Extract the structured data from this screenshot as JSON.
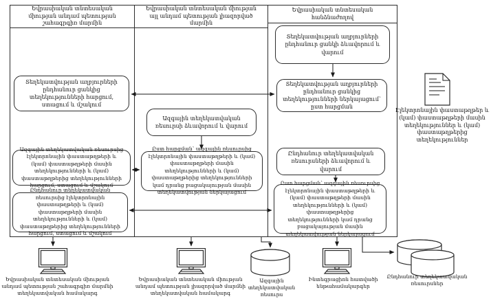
{
  "diagram": {
    "lanes": [
      {
        "header": "Եվրասիական տնտեսական միության անդամ պետության շահագրգիռ մարմին",
        "boxes": [
          "Տեղեկատվության աղբյուրների ընդհանուր ցանկից տեղեկությունների հարցում, ստացում և մշակում",
          "Ազգային տեղեկատվական ռեսուրսից էլեկտրոնային փաստաթղթերի և (կամ) փաստաթղթերի մասին տեղեկությունների և (կամ) փաստաթղթերից տեղեկությունների հարցում, ստացում և մշակում",
          "Ընդհանուր տեղեկատվական ռեսուրսից էլեկտրոնային փաստաթղթերի և (կամ) փաստաթղթերի մասին տեղեկությունների և (կամ) փաստաթղթերից տեղեկությունների հարցում, ստացում և մշակում"
        ]
      },
      {
        "header": "Եվրասիական տնտեսական միության այլ անդամ պետության լիազորված մարմին",
        "boxes": [
          "Ազգային տեղեկատվական ռեսուրսի ձևավորում և վարում",
          "Ըստ հարցման՝ ազգային ռեսուրսից էլեկտրոնային փաստաթղթերի և (կամ) փաստաթղթերի մասին տեղեկությունների և (կամ) փաստաթղթերից տեղեկությունների կամ դրանց բացակայության մասին տեղեկատվության ներկայացում"
        ]
      },
      {
        "header": "Եվրասիական տնտեսական հանձնաժողով",
        "boxes": [
          "Տեղեկատվության աղբյուրների ընդհանուր ցանկի ձևավորում և վարում",
          "Տեղեկատվության աղբյուրների ընդհանուր ցանկից տեղեկությունների ներկայացում՝ ըստ հարցման",
          "Ընդհանուր տեղեկատվական ռեսուրսների ձևավորում և վարում",
          "Ըստ հարցման՝ ազգային ռեսուրսից էլեկտրոնային փաստաթղթերի և (կամ) փաստաթղթերի մասին տեղեկությունների և (կամ) փաստաթղթերից տեղեկությունների կամ դրանց բացակայության մասին տեղեկատվության ներկայացում"
        ]
      }
    ],
    "document_label": "Էլեկտրոնային փաստաթղթեր և (կամ) փաստաթղթերի մասին տեղեկություններ և (կամ) փաստաթղթերից տեղեկություններ",
    "bottom_labels": {
      "interested_body_system": "Եվրասիական տնտեսական միության անդամ պետության շահագրգիռ մարմնի տեղեկատվական համակարգ",
      "authorized_body_system": "Եվրասիական տնտեսական միության անդամ պետության լիազորված մարմնի տեղեկատվական համակարգ",
      "national_resource": "Ազգային տեղեկատվական ռեսուրս",
      "integration_subsystems": "Ինտեգրացիոն հատվածի ենթահամակարգեր",
      "common_resources": "Ընդհանուր տեղեկատվական ռեսուրսներ"
    },
    "colors": {
      "line": "#1a1a1a",
      "background": "#ffffff"
    }
  }
}
